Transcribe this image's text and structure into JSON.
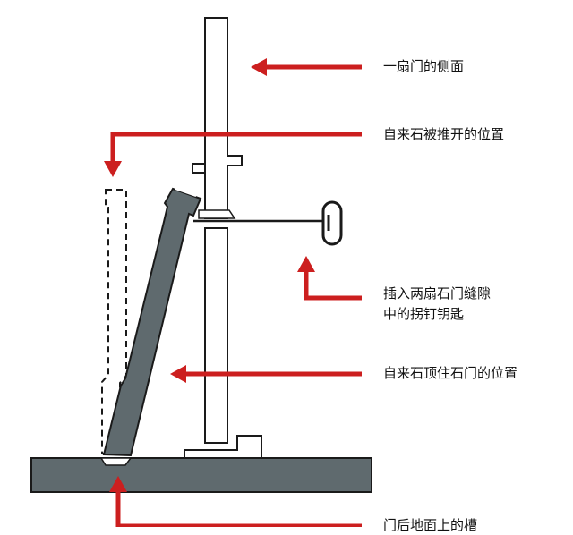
{
  "labels": {
    "door_side": "一扇门的侧面",
    "pushed_position": "自来石被推开的位置",
    "key_line1": "插入两扇石门缝隙",
    "key_line2": "中的拐钉钥匙",
    "brace_position": "自来石顶住石门的位置",
    "groove": "门后地面上的槽"
  },
  "colors": {
    "arrow": "#cc1f1f",
    "stone": "#5f6a6e",
    "outline": "#1a1a1a",
    "background": "#ffffff"
  }
}
